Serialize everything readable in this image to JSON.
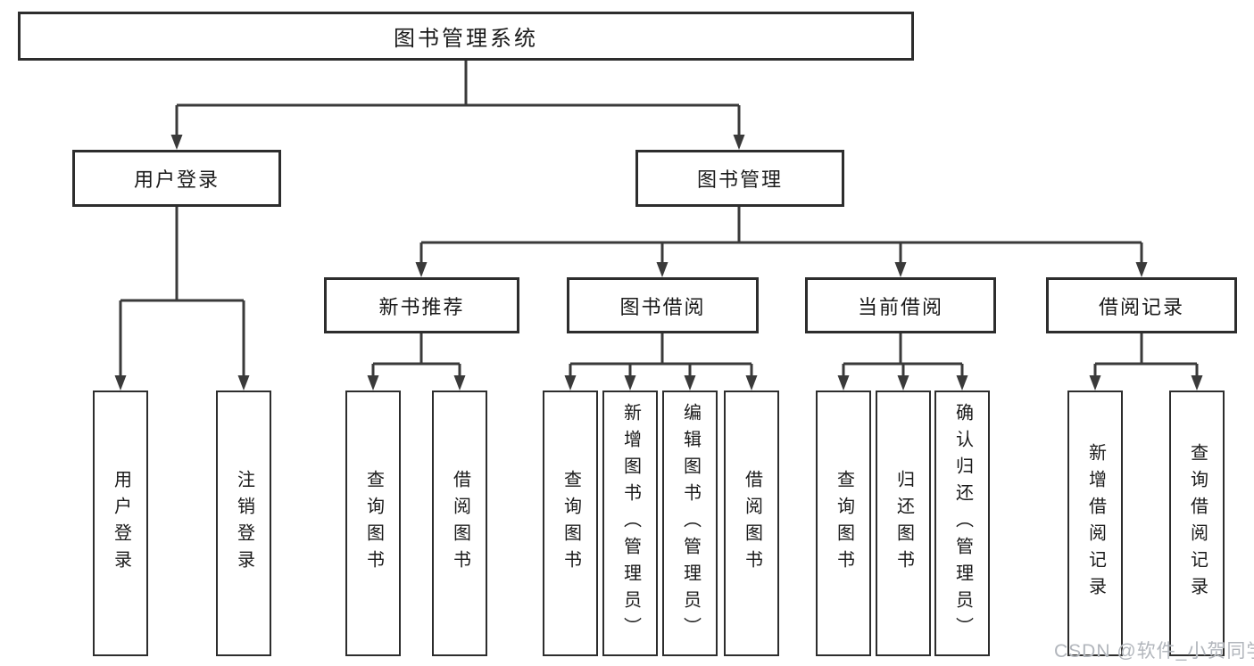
{
  "tree": {
    "root": {
      "label": "图书管理系统"
    },
    "children": [
      {
        "label": "用户登录",
        "children": [
          {
            "label": "用户登录"
          },
          {
            "label": "注销登录"
          }
        ]
      },
      {
        "label": "图书管理",
        "children": [
          {
            "label": "新书推荐",
            "children": [
              {
                "label": "查询图书"
              },
              {
                "label": "借阅图书"
              }
            ]
          },
          {
            "label": "图书借阅",
            "children": [
              {
                "label": "查询图书"
              },
              {
                "label": "新增图书（管理员）"
              },
              {
                "label": "编辑图书（管理员）"
              },
              {
                "label": "借阅图书"
              }
            ]
          },
          {
            "label": "当前借阅",
            "children": [
              {
                "label": "查询图书"
              },
              {
                "label": "归还图书"
              },
              {
                "label": "确认归还（管理员）"
              }
            ]
          },
          {
            "label": "借阅记录",
            "children": [
              {
                "label": "新增借阅记录"
              },
              {
                "label": "查询借阅记录"
              }
            ]
          }
        ]
      }
    ]
  },
  "watermark": {
    "text": "CSDN @软件_小贺同学"
  },
  "colors": {
    "line": "#3a3a3a",
    "border": "#2d2d2d",
    "text": "#1a1a1a",
    "watermark": "#b2b6bc",
    "background": "#ffffff"
  }
}
